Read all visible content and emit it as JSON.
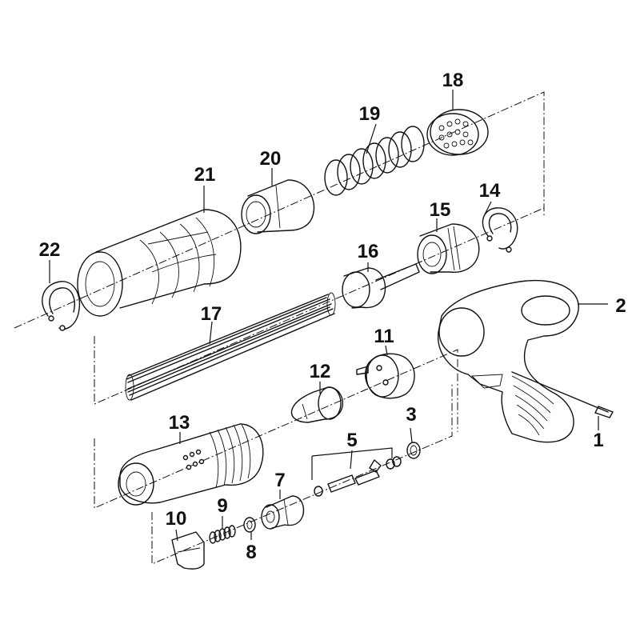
{
  "callouts": {
    "p1": "1",
    "p2": "2",
    "p3": "3",
    "p5": "5",
    "p7": "7",
    "p8": "8",
    "p9": "9",
    "p10": "10",
    "p11": "11",
    "p12": "12",
    "p13": "13",
    "p14": "14",
    "p15": "15",
    "p16": "16",
    "p17": "17",
    "p18": "18",
    "p19": "19",
    "p20": "20",
    "p21": "21",
    "p22": "22"
  },
  "colors": {
    "ink": "#111111",
    "background": "#ffffff"
  }
}
